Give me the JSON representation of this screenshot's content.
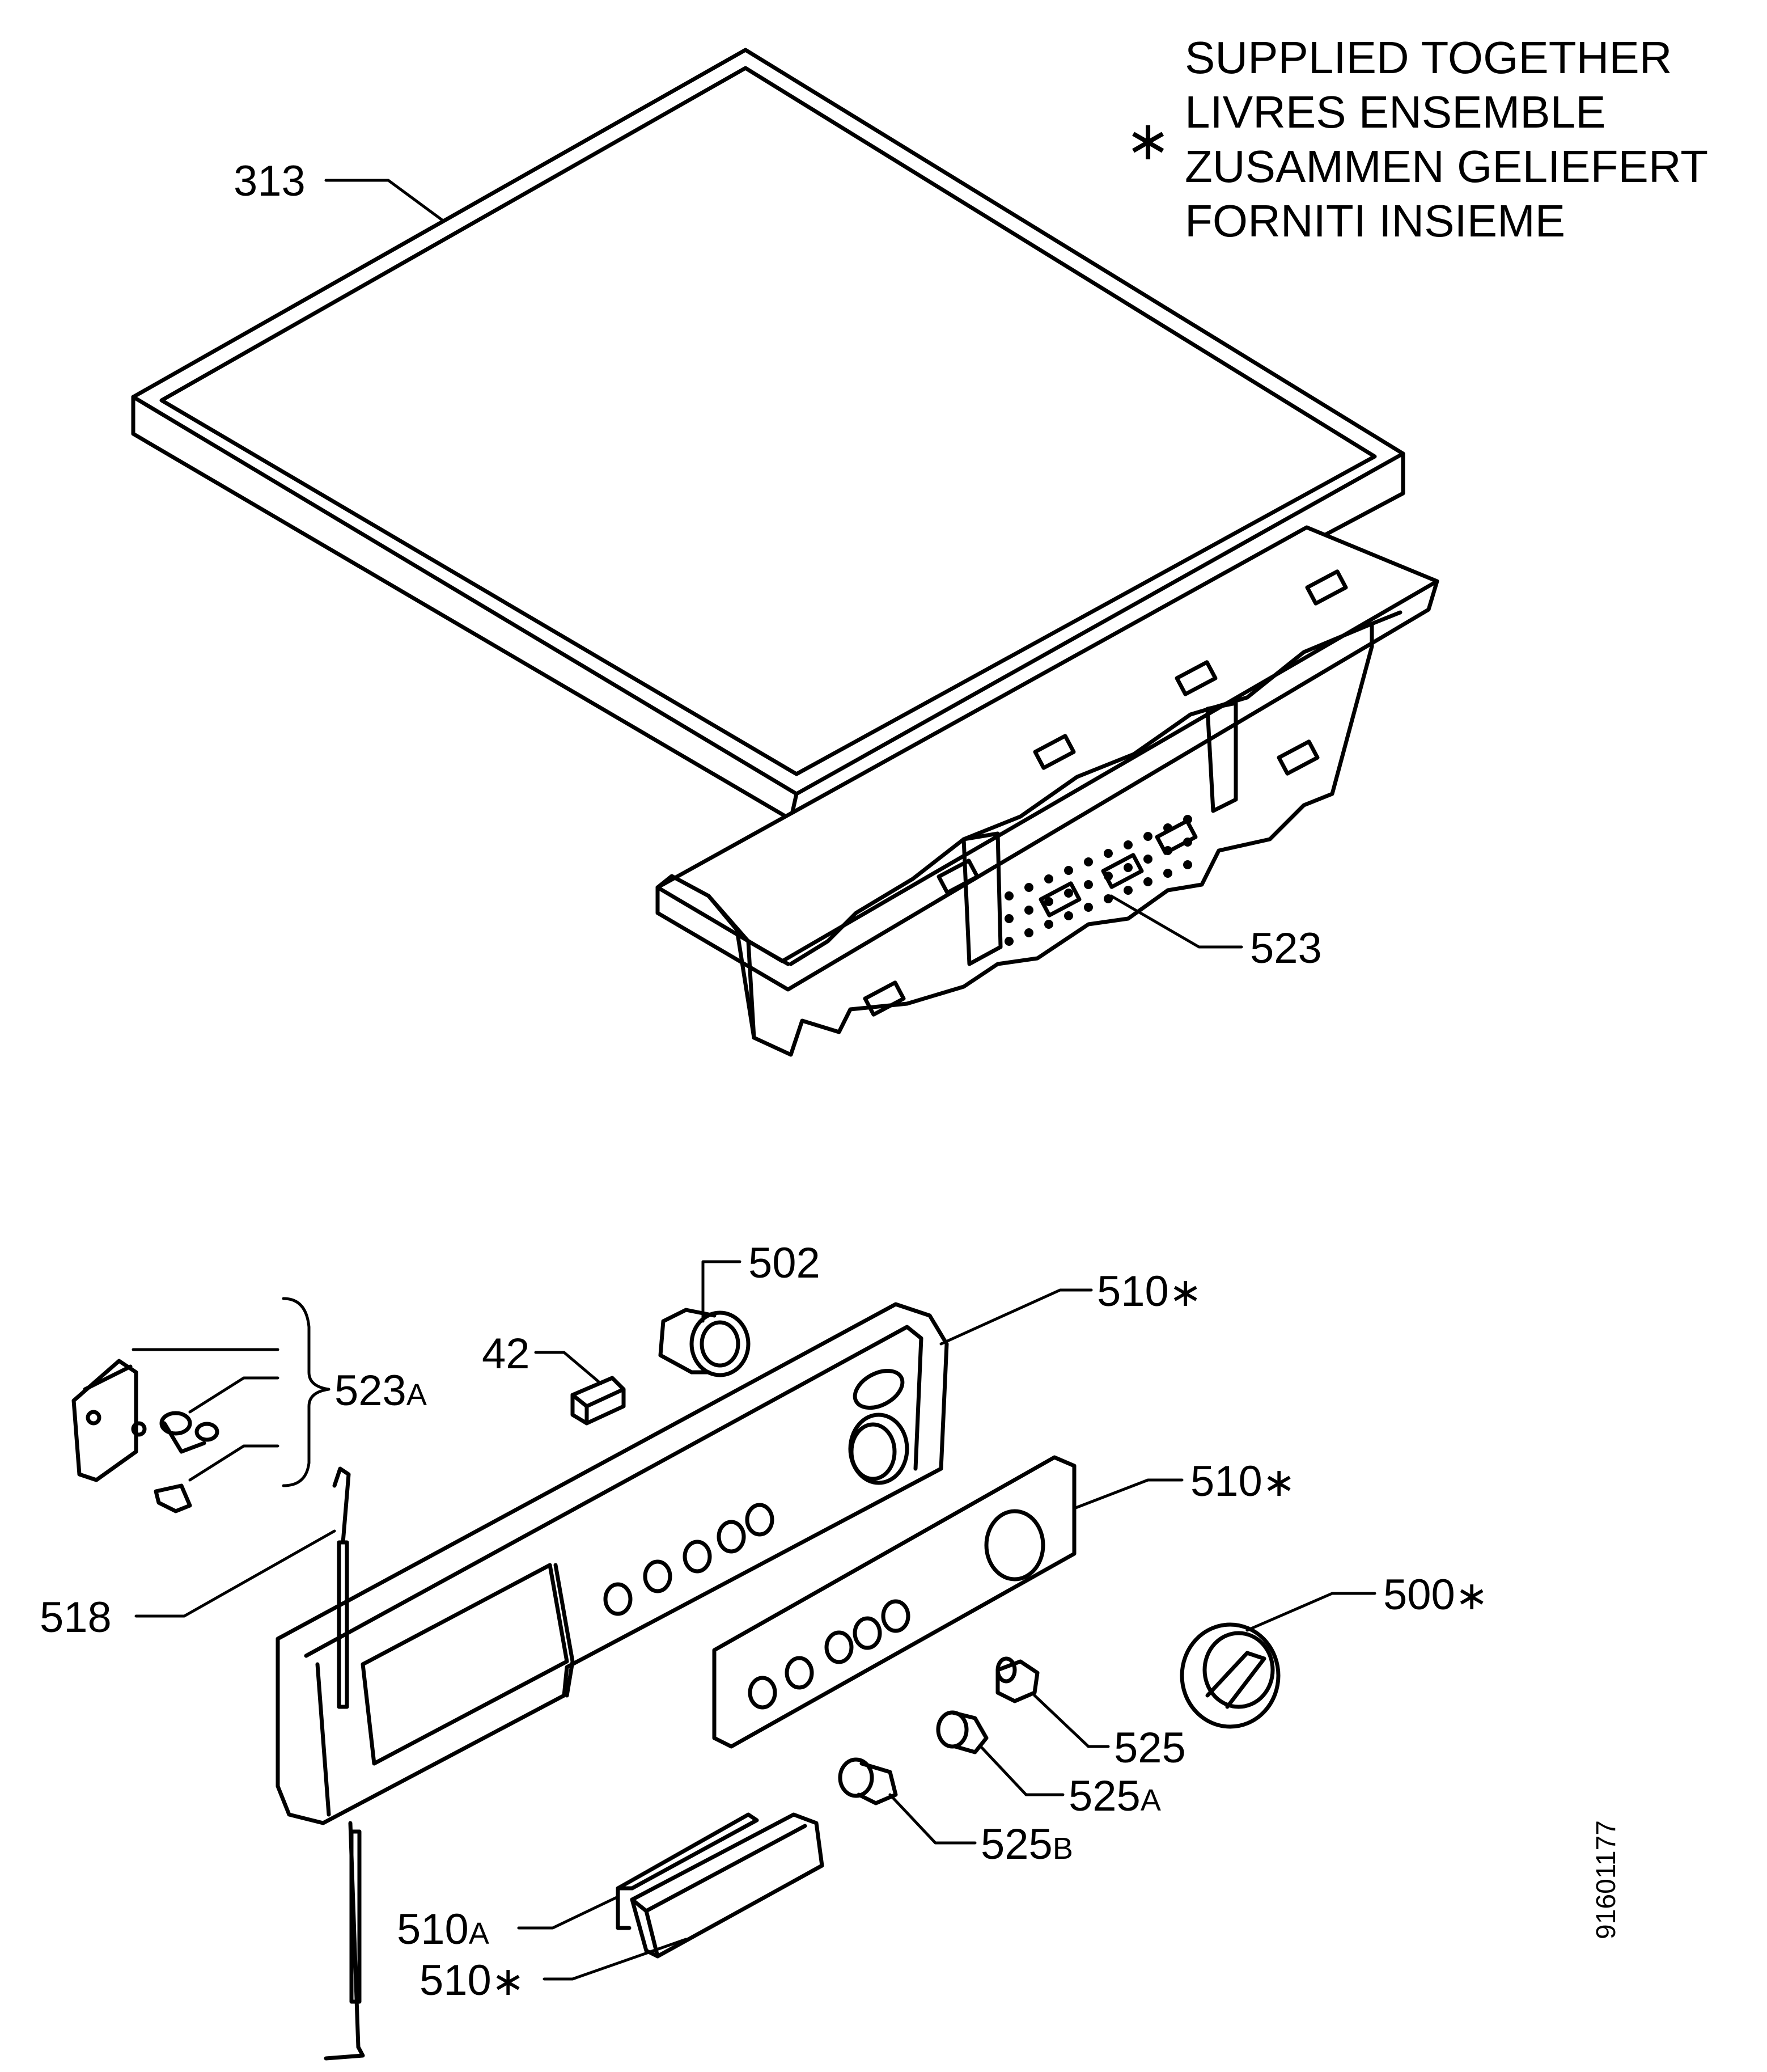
{
  "legend": {
    "symbol": "∗",
    "lines": [
      "SUPPLIED TOGETHER",
      "LIVRES ENSEMBLE",
      "ZUSAMMEN GELIEFERT",
      "FORNITI INSIEME"
    ]
  },
  "callouts": {
    "p313": {
      "num": "313",
      "suffix": ""
    },
    "p523": {
      "num": "523",
      "suffix": ""
    },
    "p502": {
      "num": "502",
      "suffix": ""
    },
    "p510_panel": {
      "num": "510",
      "suffix": "∗"
    },
    "p42": {
      "num": "42",
      "suffix": ""
    },
    "p523a": {
      "num": "523",
      "suffix": "A"
    },
    "p510_strip": {
      "num": "510",
      "suffix": "∗"
    },
    "p518": {
      "num": "518",
      "suffix": ""
    },
    "p500": {
      "num": "500",
      "suffix": "∗"
    },
    "p525": {
      "num": "525",
      "suffix": ""
    },
    "p525a": {
      "num": "525",
      "suffix": "A"
    },
    "p525b": {
      "num": "525",
      "suffix": "B"
    },
    "p510a": {
      "num": "510",
      "suffix": "A"
    },
    "p510_door": {
      "num": "510",
      "suffix": "∗"
    }
  },
  "drawing_code": "91601177"
}
